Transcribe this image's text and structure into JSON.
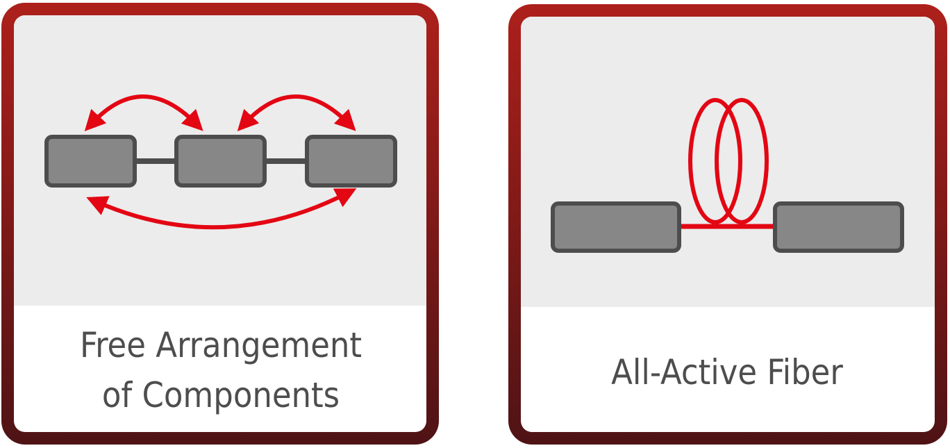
{
  "cards": [
    {
      "title_line1": "Free Arrangement",
      "title_line2": "of Components",
      "icon": "rearrange-components-icon"
    },
    {
      "title": "All-Active Fiber",
      "icon": "fiber-coil-icon"
    }
  ],
  "colors": {
    "border_top": "#ad201b",
    "border_bottom": "#4f1315",
    "accent_red": "#e30613",
    "component_gray": "#878787",
    "text": "#4d4d4d",
    "panel_bg": "#ececec"
  }
}
